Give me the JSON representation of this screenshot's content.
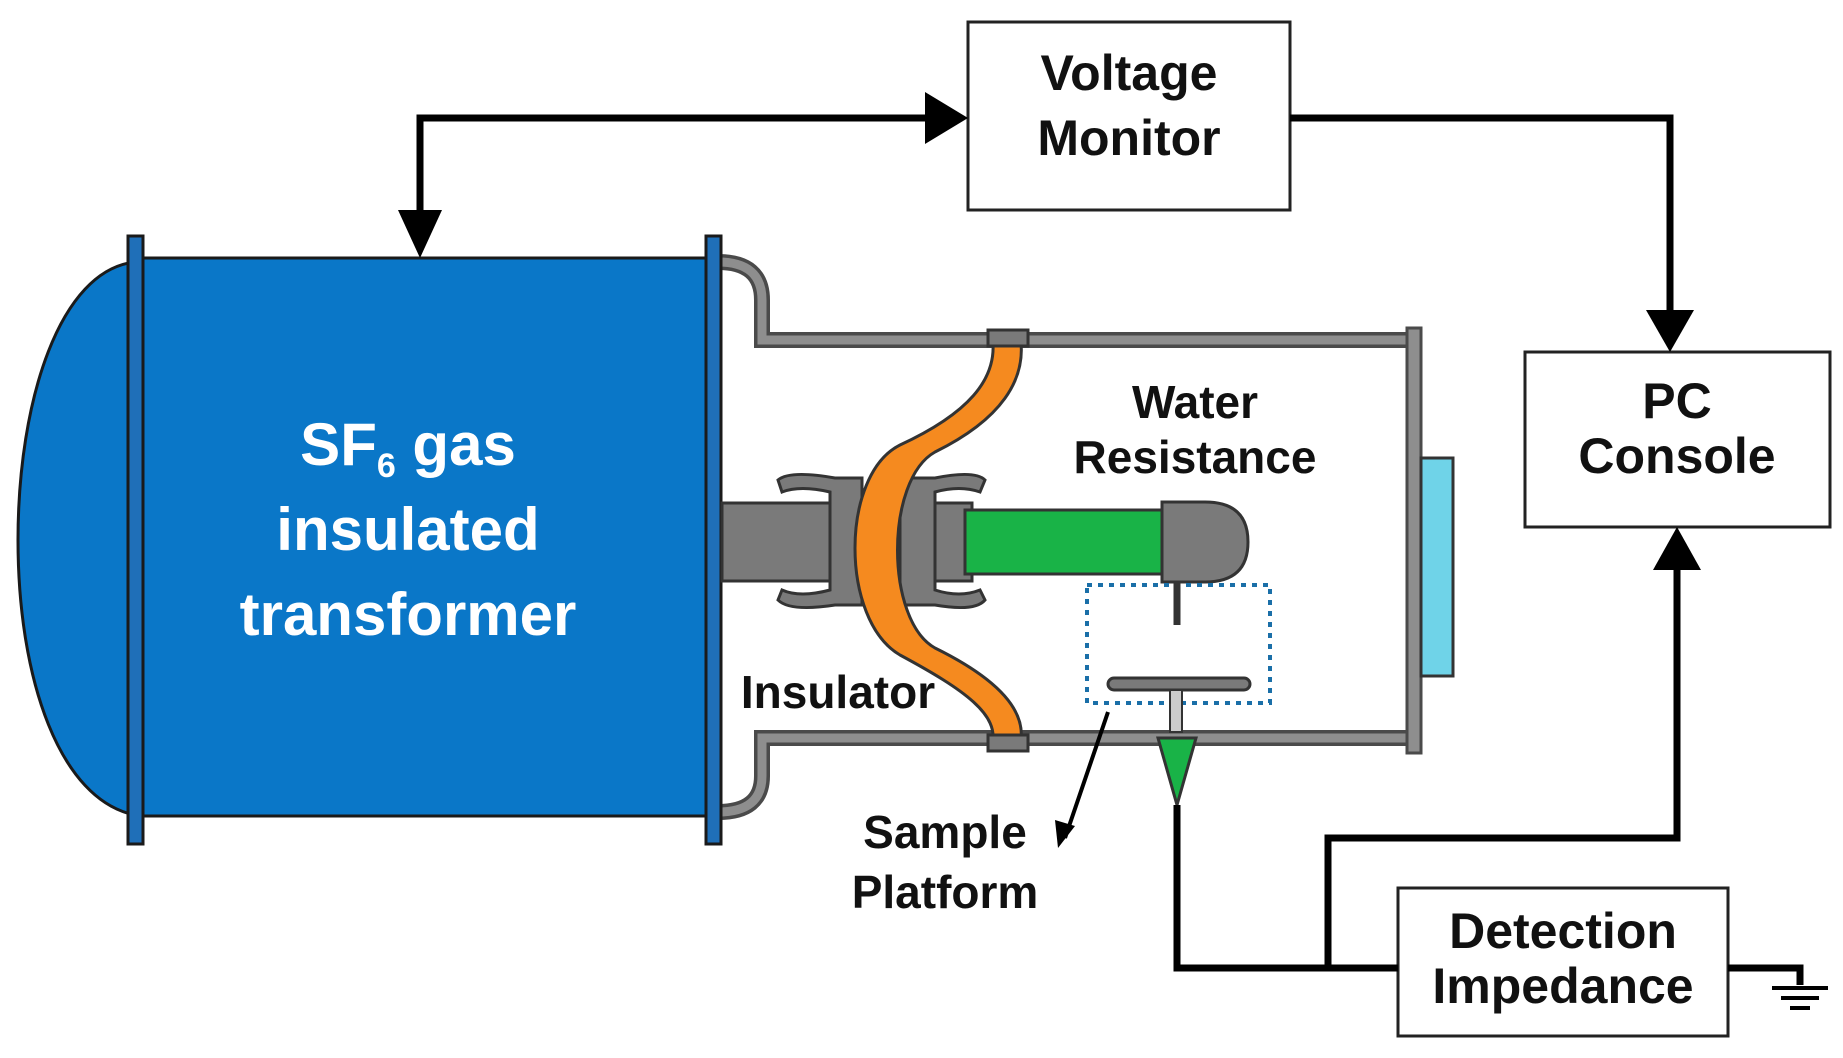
{
  "voltage_monitor": {
    "line1": "Voltage",
    "line2": "Monitor"
  },
  "pc_console": {
    "line1": "PC",
    "line2": "Console"
  },
  "detection_impedance": {
    "line1": "Detection",
    "line2": "Impedance"
  },
  "transformer": {
    "line1_prefix": "SF",
    "line1_subscript": "6",
    "line1_suffix": " gas",
    "line2": "insulated",
    "line3": "transformer"
  },
  "water_resistance": {
    "line1": "Water",
    "line2": "Resistance"
  },
  "insulator": {
    "label": "Insulator"
  },
  "sample_platform": {
    "line1": "Sample",
    "line2": "Platform"
  },
  "colors": {
    "transformer_blue": "#0a77c8",
    "flange_blue": "#1f6fb8",
    "insulator_orange": "#f58a1f",
    "water_resistance_green": "#19b347",
    "conductor_gray": "#7a7a7a",
    "window_cyan": "#6fd3e8",
    "dotted_box_blue": "#1a6fa8"
  }
}
